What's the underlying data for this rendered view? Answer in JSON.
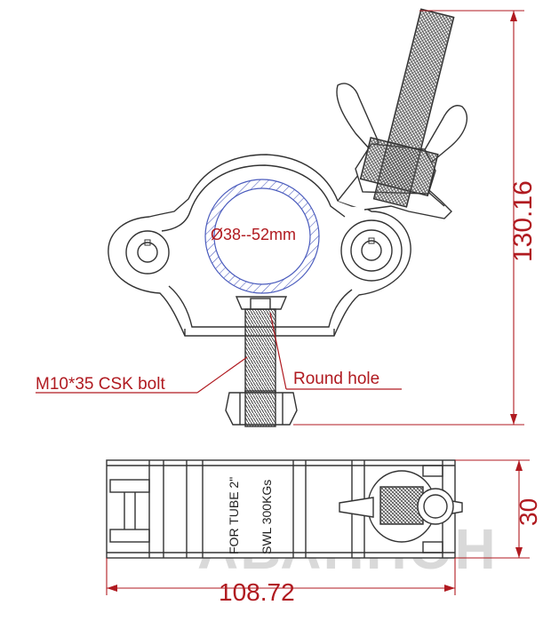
{
  "labels": {
    "tube_range": "Ø38--52mm",
    "bolt": "M10*35 CSK bolt",
    "round_hole": "Round hole",
    "engraving_line1": "FOR TUBE 2\"",
    "engraving_line2": "SWL 300KGs"
  },
  "dimensions": {
    "height": "130.16",
    "width": "108.72",
    "depth": "30"
  },
  "watermark": "АВАНПОН",
  "colors": {
    "dimension": "#b01a20",
    "line": "#333333",
    "hatch": "#4a5bbd"
  }
}
